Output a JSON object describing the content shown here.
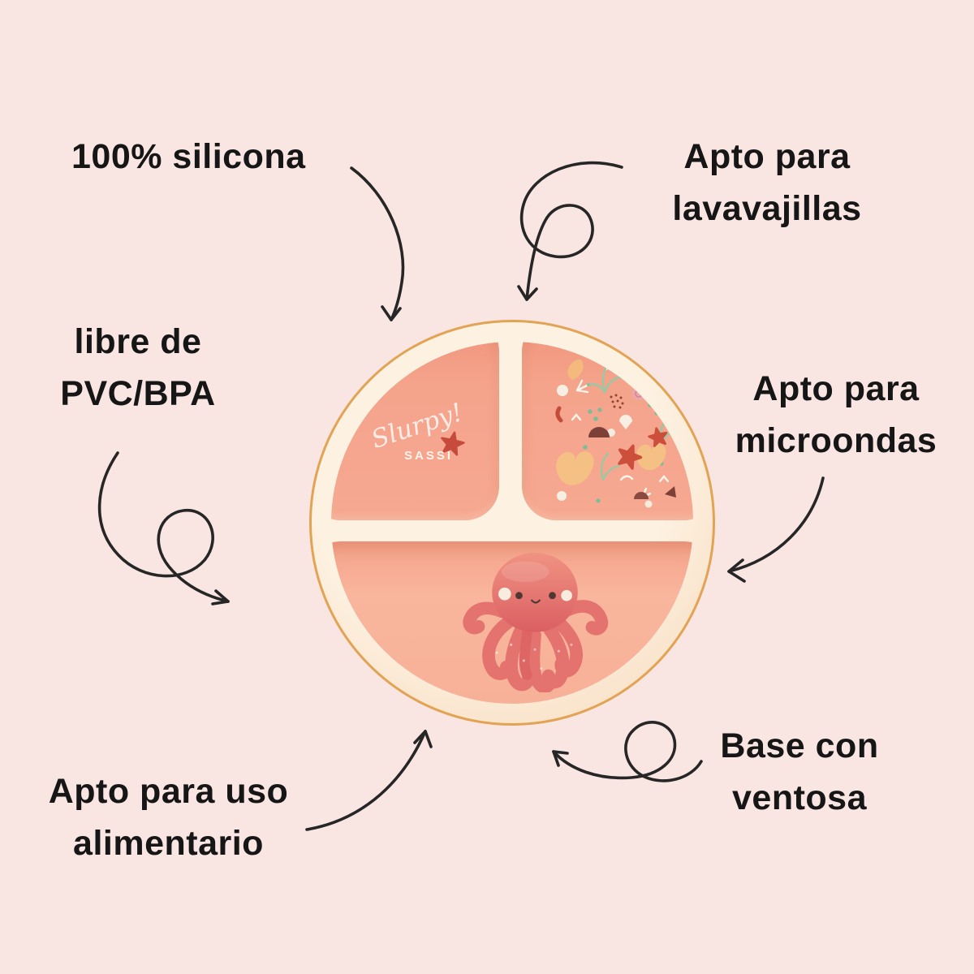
{
  "labels": {
    "silicona": {
      "text": "100% silicona"
    },
    "lavavajillas": {
      "text": "Apto para\nlavavajillas"
    },
    "pvc": {
      "text": "libre de\nPVC/BPA"
    },
    "microondas": {
      "text": "Apto para\nmicroondas"
    },
    "alimentario": {
      "text": "Apto para uso\nalimentario"
    },
    "ventosa": {
      "text": "Base con\nventosa"
    }
  },
  "plate": {
    "logo_script": "Slurpy!",
    "logo_brand": "SASSI",
    "compartments": [
      "logo section",
      "sea pattern section",
      "octopus section"
    ]
  },
  "icons": {
    "starfish": "5-point red starfish",
    "octopus": "coral kawaii octopus with eight tentacles",
    "sea-pattern": "corals, starfish, shells, pearls, seaweed, droplets",
    "arrows": "hand-drawn black curved arrows with loops"
  },
  "colors": {
    "background": "#f9e6e2",
    "text": "#161616",
    "arrow": "#262626",
    "plate_rim": "#fdf2e2",
    "plate_edge_gold": "#e2a355",
    "section_salmon": "#f5a48c",
    "section_bottom_peach": "#f9b59d",
    "octopus": "#e06a67",
    "starfish_red": "#c64b3c",
    "coral_orange": "#f5c083",
    "seaweed_green": "#9dc6a2",
    "pearl_white": "#f7efe3",
    "shell_pink": "#eba7ab",
    "dome_brown": "#7c4038"
  }
}
